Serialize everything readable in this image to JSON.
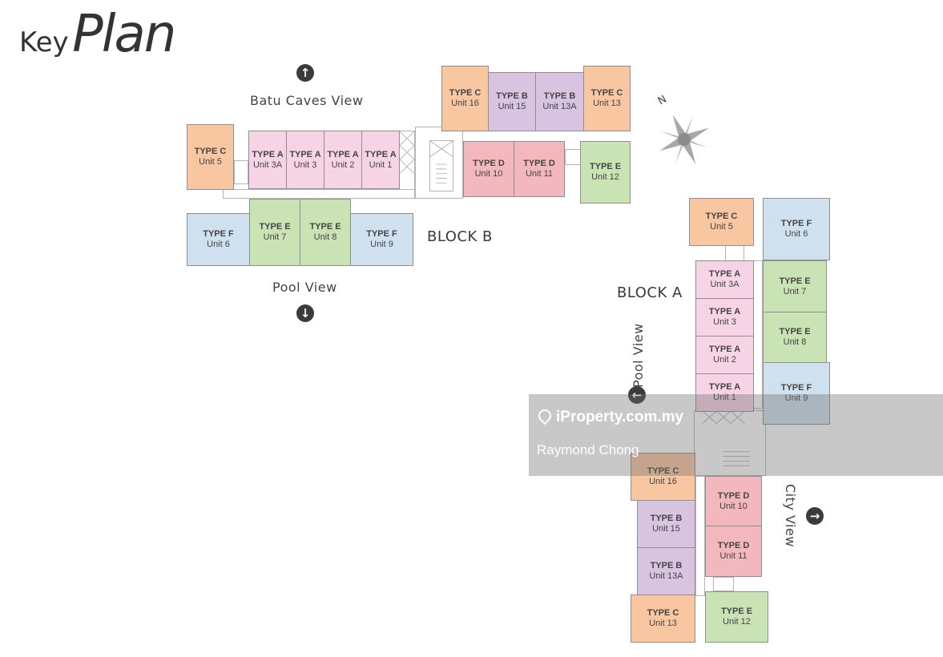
{
  "title": {
    "key": "Key",
    "plan": "Plan"
  },
  "labels": {
    "batu_caves_view": "Batu Caves View",
    "pool_view_b": "Pool View",
    "block_b": "BLOCK B",
    "block_a": "BLOCK A",
    "pool_view_a": "Pool View",
    "city_view": "City View",
    "north": "N"
  },
  "block_b": {
    "units": [
      {
        "type": "TYPE C",
        "unit": "Unit 5"
      },
      {
        "type": "TYPE A",
        "unit": "Unit 3A"
      },
      {
        "type": "TYPE A",
        "unit": "Unit 3"
      },
      {
        "type": "TYPE A",
        "unit": "Unit 2"
      },
      {
        "type": "TYPE A",
        "unit": "Unit 1"
      },
      {
        "type": "TYPE F",
        "unit": "Unit 6"
      },
      {
        "type": "TYPE E",
        "unit": "Unit 7"
      },
      {
        "type": "TYPE E",
        "unit": "Unit 8"
      },
      {
        "type": "TYPE F",
        "unit": "Unit 9"
      },
      {
        "type": "TYPE C",
        "unit": "Unit 16"
      },
      {
        "type": "TYPE B",
        "unit": "Unit 15"
      },
      {
        "type": "TYPE B",
        "unit": "Unit 13A"
      },
      {
        "type": "TYPE C",
        "unit": "Unit 13"
      },
      {
        "type": "TYPE D",
        "unit": "Unit 10"
      },
      {
        "type": "TYPE D",
        "unit": "Unit 11"
      },
      {
        "type": "TYPE E",
        "unit": "Unit 12"
      }
    ]
  },
  "block_a": {
    "units": [
      {
        "type": "TYPE C",
        "unit": "Unit 5"
      },
      {
        "type": "TYPE F",
        "unit": "Unit 6"
      },
      {
        "type": "TYPE A",
        "unit": "Unit 3A"
      },
      {
        "type": "TYPE E",
        "unit": "Unit 7"
      },
      {
        "type": "TYPE A",
        "unit": "Unit 3"
      },
      {
        "type": "TYPE E",
        "unit": "Unit 8"
      },
      {
        "type": "TYPE A",
        "unit": "Unit 2"
      },
      {
        "type": "TYPE A",
        "unit": "Unit 1"
      },
      {
        "type": "TYPE F",
        "unit": "Unit 9"
      },
      {
        "type": "TYPE C",
        "unit": "Unit 16"
      },
      {
        "type": "TYPE D",
        "unit": "Unit 10"
      },
      {
        "type": "TYPE B",
        "unit": "Unit 15"
      },
      {
        "type": "TYPE D",
        "unit": "Unit 11"
      },
      {
        "type": "TYPE B",
        "unit": "Unit 13A"
      },
      {
        "type": "TYPE C",
        "unit": "Unit 13"
      },
      {
        "type": "TYPE E",
        "unit": "Unit 12"
      }
    ]
  },
  "watermark": {
    "brand": "iProperty.com.my",
    "user": "Raymond Chong"
  },
  "colors": {
    "type_a": "#f7d3e6",
    "type_b": "#d8c3e1",
    "type_c": "#f8c6a0",
    "type_d": "#f3b8bd",
    "type_e": "#c9e3b5",
    "type_f": "#cfe1ef"
  },
  "icons": {
    "up": "arrow-up-icon",
    "down": "arrow-down-icon",
    "left": "arrow-left-icon",
    "right": "arrow-right-icon",
    "compass": "compass-icon"
  }
}
